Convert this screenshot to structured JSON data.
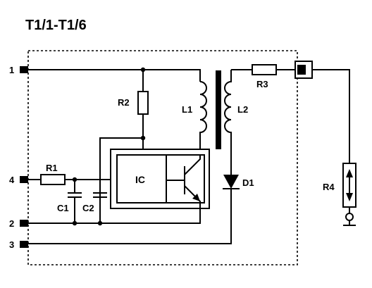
{
  "title": "T1/1-T1/6",
  "pins": {
    "p1": "1",
    "p2": "2",
    "p3": "3",
    "p4": "4"
  },
  "components": {
    "r1": "R1",
    "r2": "R2",
    "r3": "R3",
    "r4": "R4",
    "c1": "C1",
    "c2": "C2",
    "l1": "L1",
    "l2": "L2",
    "d1": "D1",
    "ic": "IC"
  }
}
